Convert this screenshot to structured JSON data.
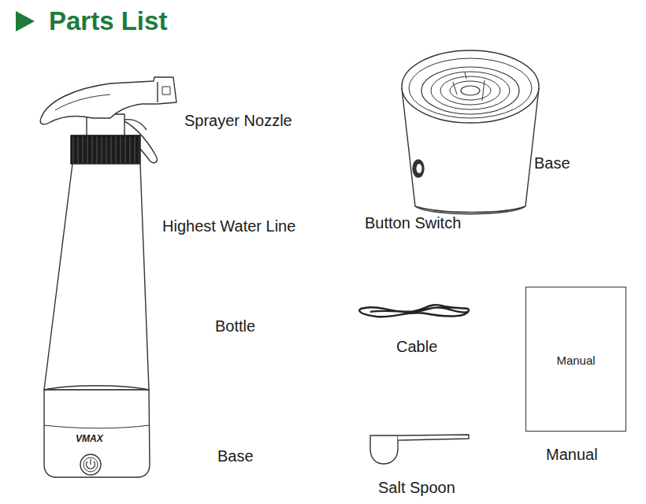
{
  "diagram": {
    "title": "Parts List",
    "nodes": [
      {
        "text": [
          "Manual"
        ]
      }
    ],
    "labels": [
      "Sprayer Nozzle",
      "Highest Water Line",
      "Bottle",
      "Base",
      "VMAX",
      "Base",
      "Button Switch",
      "Cable",
      "Manual",
      "Salt Spoon"
    ]
  }
}
